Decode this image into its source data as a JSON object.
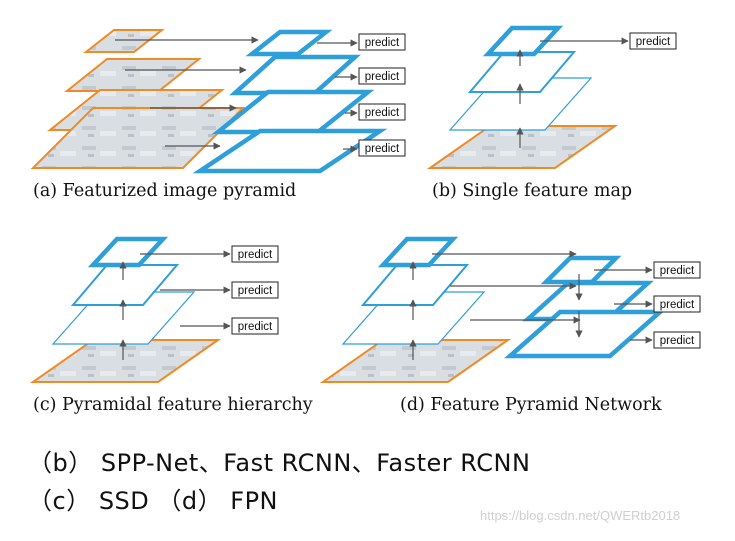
{
  "colors": {
    "image_border": "#f08a24",
    "image_fill": "#d8dde2",
    "feature_border": "#2f9fd9",
    "arrow": "#555555",
    "box_border": "#222222",
    "watermark": "#cfcfcf"
  },
  "predict_label": "predict",
  "panels": {
    "a": {
      "caption": "(a) Featurized image pyramid"
    },
    "b": {
      "caption": "(b) Single feature map"
    },
    "c": {
      "caption": "(c) Pyramidal feature hierarchy"
    },
    "d": {
      "caption": "(d) Feature Pyramid Network"
    }
  },
  "notes": {
    "line1": "（b） SPP-Net、Fast RCNN、Faster RCNN",
    "line2": "（c） SSD （d） FPN"
  },
  "watermark": "https://blog.csdn.net/QWERtb2018"
}
